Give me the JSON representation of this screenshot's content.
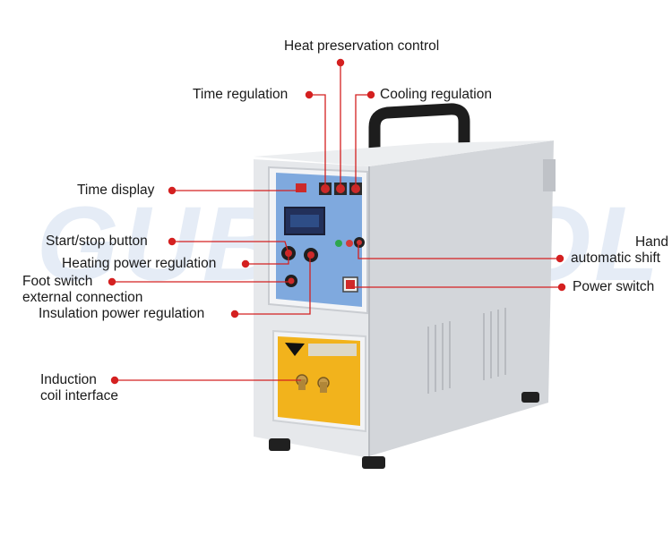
{
  "watermark": "GUBETOOL",
  "labels": {
    "heat_preservation_control": "Heat preservation control",
    "time_regulation": "Time regulation",
    "cooling_regulation": "Cooling regulation",
    "time_display": "Time display",
    "start_stop_button": "Start/stop button",
    "hand_automatic_shift_1": "Hand",
    "hand_automatic_shift_2": "automatic shift",
    "heating_power_regulation": "Heating power regulation",
    "foot_switch_1": "Foot switch",
    "foot_switch_2": "external connection",
    "power_switch": "Power switch",
    "insulation_power_regulation": "Insulation power regulation",
    "induction_coil_1": "Induction",
    "induction_coil_2": "coil interface"
  },
  "colors": {
    "marker": "#d42020",
    "leader": "#d42020",
    "panel_blue": "#6f9ed8",
    "body_front": "#e4e6e9",
    "body_side": "#c9ccd1",
    "yellow_plate": "#f2b21b",
    "display": "#2a3a66"
  }
}
